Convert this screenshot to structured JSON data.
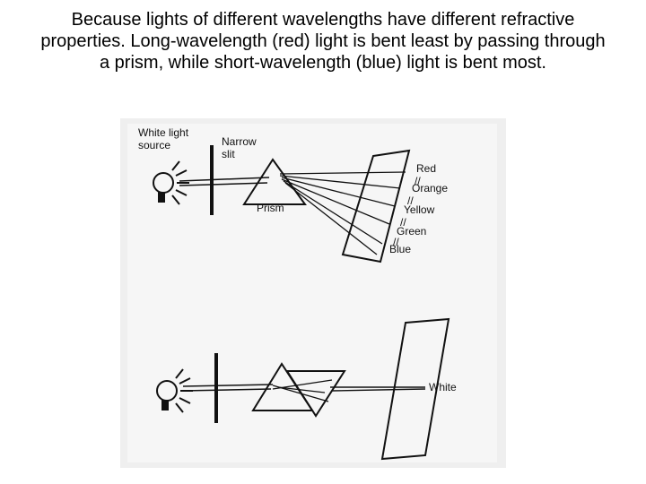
{
  "caption": "Because lights of different wavelengths have different refractive properties. Long-wavelength (red) light is bent least by passing through a prism, while short-wavelength (blue) light is bent most.",
  "diagram": {
    "source_label_line1": "White light",
    "source_label_line2": "source",
    "slit_label_line1": "Narrow",
    "slit_label_line2": "slit",
    "prism_label": "Prism",
    "colors": [
      "Red",
      "Orange",
      "Yellow",
      "Green",
      "Blue"
    ],
    "white_label": "White",
    "mark": "//"
  }
}
